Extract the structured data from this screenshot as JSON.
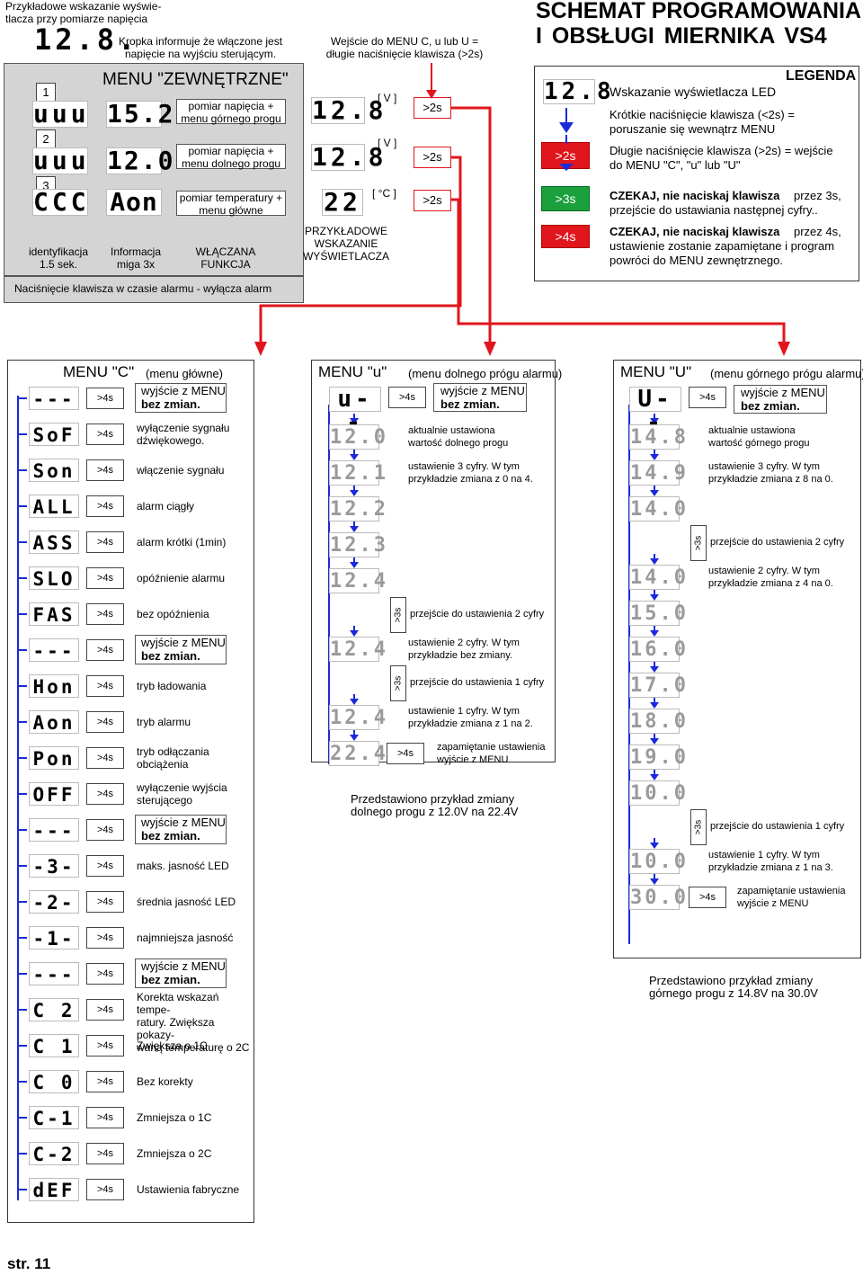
{
  "header": {
    "example_title": "Przykładowe wskazanie wyświe-\ntlacza  przy  pomiarze  napięcia",
    "example_display": "12.8.",
    "dot_note": "Kropka informuje że włączone jest\nnapięcie  na  wyjściu  sterującym.",
    "entry_note": "Wejście do MENU  C,  u  lub U =\ndługie naciśnięcie klawisza (>2s)",
    "title_line1": "SCHEMAT PROGRAMOWANIA",
    "title_line2": "I  OBSŁUGI   MIERNIKA  VS4"
  },
  "external_menu": {
    "title": "MENU  \"ZEWNĘTRZNE\"",
    "rows": [
      {
        "num": "1",
        "id_display": "uuu",
        "value_display": "15.2",
        "desc": "pomiar napięcia +\nmenu górnego progu"
      },
      {
        "num": "2",
        "id_display": "uuu",
        "value_display": "12.0",
        "desc": "pomiar napięcia +\nmenu dolnego progu"
      },
      {
        "num": "3",
        "id_display": "CCC",
        "value_display": "Aon",
        "desc": "pomiar temperatury +\nmenu główne"
      }
    ],
    "col_labels": [
      "identyfikacja\n1.5 sek.",
      "Informacja\nmiga 3x",
      "WŁĄCZANA\nFUNKCJA"
    ],
    "alarm_note": "Naciśnięcie klawisza w czasie  alarmu - wyłącza alarm"
  },
  "examples": {
    "rows": [
      {
        "display": "12.8",
        "key": "[ V ]",
        "tag": ">2s"
      },
      {
        "display": "12.8",
        "key": "[ V ]",
        "tag": ">2s"
      },
      {
        "display": "22",
        "key": "[ °C ]",
        "tag": ">2s"
      }
    ],
    "caption": "PRZYKŁADOWE\nWSKAZANIE\nWYŚWIETLACZA"
  },
  "legend": {
    "title": "LEGENDA",
    "display_example": "12.8",
    "items": [
      {
        "symbol": "",
        "text": "Wskazanie wyświetlacza LED"
      },
      {
        "symbol": "",
        "text": "Krótkie naciśnięcie klawisza (<2s)  =\nporuszanie się wewnątrz MENU"
      },
      {
        "symbol": ">2s",
        "text": "Długie naciśnięcie klawisza (>2s) = wejście\ndo MENU \"C\",  \"u\"  lub  \"U\""
      },
      {
        "symbol": ">3s",
        "text_bold": "CZEKAJ, nie naciskaj klawisza",
        "text": "  przez 3s,\nprzejście do ustawiania następnej cyfry.."
      },
      {
        "symbol": ">4s",
        "text_bold": "CZEKAJ, nie naciskaj klawisza",
        "text": "  przez 4s,\nustawienie zostanie zapamiętane i program\npowróci do MENU zewnętrznego."
      }
    ]
  },
  "menu_c": {
    "title": "MENU \"C\"",
    "subtitle": "(menu główne)",
    "tag": ">4s",
    "items": [
      {
        "display": "---",
        "desc": "wyjście z MENU",
        "desc_bold": "bez  zmian.",
        "boxed": true
      },
      {
        "display": "SoF",
        "desc": "wyłączenie sygnału\ndźwiękowego."
      },
      {
        "display": "Son",
        "desc": "włączenie sygnału"
      },
      {
        "display": "ALL",
        "desc": "alarm ciągły"
      },
      {
        "display": "ASS",
        "desc": "alarm krótki (1min)"
      },
      {
        "display": "SLO",
        "desc": "opóźnienie alarmu"
      },
      {
        "display": "FAS",
        "desc": "bez opóźnienia"
      },
      {
        "display": "---",
        "desc": "wyjście z MENU",
        "desc_bold": "bez  zmian.",
        "boxed": true
      },
      {
        "display": "Hon",
        "desc": "tryb ładowania"
      },
      {
        "display": "Aon",
        "desc": "tryb alarmu"
      },
      {
        "display": "Pon",
        "desc": "tryb odłączania\nobciążenia"
      },
      {
        "display": "OFF",
        "desc": "wyłączenie wyjścia\nsterującego"
      },
      {
        "display": "---",
        "desc": "wyjście z MENU",
        "desc_bold": "bez  zmian.",
        "boxed": true
      },
      {
        "display": "-3-",
        "desc": "maks. jasność LED"
      },
      {
        "display": "-2-",
        "desc": "średnia jasność LED"
      },
      {
        "display": "-1-",
        "desc": "najmniejsza jasność"
      },
      {
        "display": "---",
        "desc": "wyjście z MENU",
        "desc_bold": "bez  zmian.",
        "boxed": true
      },
      {
        "display": "C 2",
        "desc": "Korekta wskazań tempe-\nratury. Zwiększa pokazy-\nwaną temperaturę o 2C"
      },
      {
        "display": "C 1",
        "desc": "Zwiększa  o 1C"
      },
      {
        "display": "C 0",
        "desc": "Bez korekty"
      },
      {
        "display": "C-1",
        "desc": "Zmniejsza  o 1C"
      },
      {
        "display": "C-2",
        "desc": "Zmniejsza  o 2C"
      },
      {
        "display": "dEF",
        "desc": "Ustawienia fabryczne"
      }
    ]
  },
  "menu_u": {
    "title": "MENU \"u\"",
    "subtitle": "(menu dolnego prógu alarmu)",
    "exit_display": "u--",
    "exit_tag": ">4s",
    "exit_text": "wyjście z MENU",
    "exit_bold": "bez  zmian.",
    "steps": [
      {
        "display": "12.0",
        "dim": true,
        "desc": "aktualnie  ustawiona\nwartość dolnego  progu"
      },
      {
        "display": "12.1",
        "dim": true,
        "desc": "ustawienie 3 cyfry. W  tym\nprzykładzie zmiana z  0  na  4."
      },
      {
        "display": "12.2",
        "dim": true,
        "desc": ""
      },
      {
        "display": "12.3",
        "dim": true,
        "desc": ""
      },
      {
        "display": "12.4",
        "dim": true,
        "desc": ""
      },
      {
        "tag": ">3s",
        "desc": "przejście do ustawienia  2 cyfry"
      },
      {
        "display": "12.4",
        "dim": true,
        "desc": "ustawienie 2 cyfry. W  tym\nprzykładzie  bez  zmiany."
      },
      {
        "tag": ">3s",
        "desc": "przejście do ustawienia  1 cyfry"
      },
      {
        "display": "12.4",
        "dim": true,
        "desc": "ustawienie 1 cyfry. W tym\nprzykładzie zmiana z  1  na  2."
      },
      {
        "display": "22.4",
        "dim": true,
        "tag": ">4s",
        "desc": "zapamiętanie ustawienia\nwyjście z MENU"
      }
    ],
    "footer": "Przedstawiono  przykład zmiany\ndolnego progu z 12.0V na 22.4V"
  },
  "menu_U": {
    "title": "MENU \"U\"",
    "subtitle": "(menu górnego prógu alarmu)",
    "exit_display": "U--",
    "exit_tag": ">4s",
    "exit_text": "wyjście z MENU",
    "exit_bold": "bez  zmian.",
    "steps": [
      {
        "display": "14.8",
        "desc": "aktualnie  ustawiona\nwartość górnego  progu"
      },
      {
        "display": "14.9",
        "desc": "ustawienie 3 cyfry. W  tym\nprzykładzie zmiana z  8  na  0."
      },
      {
        "display": "14.0",
        "desc": ""
      },
      {
        "tag": ">3s",
        "desc": "przejście do ustawienia  2 cyfry"
      },
      {
        "display": "14.0",
        "desc": "ustawienie 2 cyfry. W  tym\nprzykładzie zmiana z  4  na  0."
      },
      {
        "display": "15.0",
        "desc": ""
      },
      {
        "display": "16.0",
        "desc": ""
      },
      {
        "display": "17.0",
        "desc": ""
      },
      {
        "display": "18.0",
        "desc": ""
      },
      {
        "display": "19.0",
        "desc": ""
      },
      {
        "display": "10.0",
        "desc": ""
      },
      {
        "tag": ">3s",
        "desc": "przejście do ustawienia  1 cyfry"
      },
      {
        "display": "10.0",
        "desc": "ustawienie 1 cyfry. W tym\nprzykładzie zmiana z  1  na  3."
      },
      {
        "display": "30.0",
        "tag": ">4s",
        "desc": "zapamiętanie ustawienia\nwyjście z MENU"
      }
    ],
    "footer": "Przedstawiono  przykład zmiany\ngórnego  progu z 14.8V na 30.0V"
  },
  "page": {
    "label": "str.  11"
  },
  "colors": {
    "panel_gray": "#d4d4d4",
    "arrow_red": "#e0161c",
    "arrow_blue": "#1a2ad8",
    "tag_green": "#1aa03c",
    "tag_red": "#e0161c"
  }
}
